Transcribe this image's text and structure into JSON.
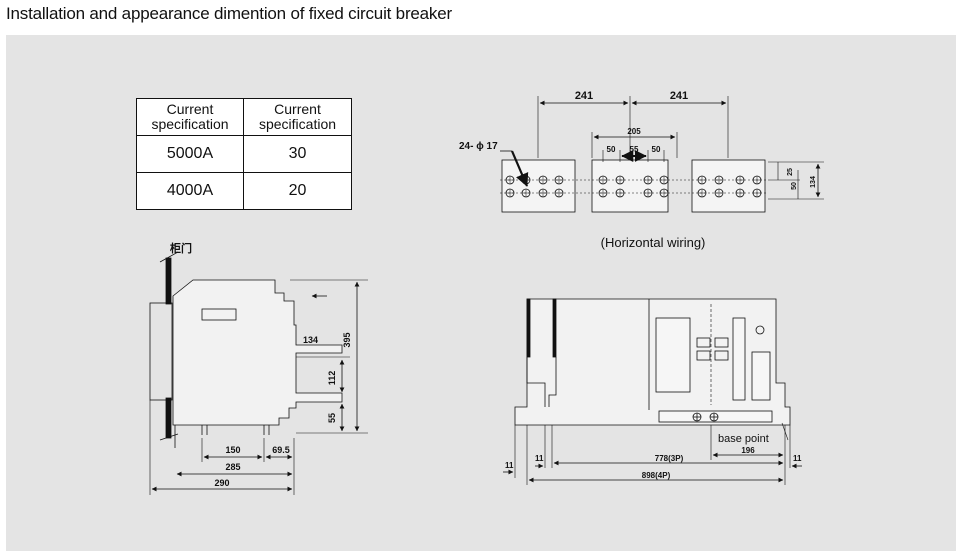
{
  "title": "Installation and appearance dimention of fixed circuit breaker",
  "table": {
    "headers": [
      "Current specification",
      "Current specification"
    ],
    "rows": [
      [
        "5000A",
        "30"
      ],
      [
        "4000A",
        "20"
      ]
    ]
  },
  "top_view": {
    "spacing_left": "241",
    "spacing_right": "241",
    "width_205": "205",
    "dim_50a": "50",
    "dim_55": "55",
    "dim_50b": "50",
    "hole_label": "24- ϕ 17",
    "dim_25": "25",
    "dim_50v": "50",
    "dim_134": "134",
    "caption": "(Horizontal wiring)"
  },
  "side_view": {
    "door_label": "柜门",
    "dim_134": "134",
    "dim_395": "395",
    "dim_112": "112",
    "dim_55": "55",
    "dim_150": "150",
    "dim_69_5": "69.5",
    "dim_285": "285",
    "dim_290": "290"
  },
  "front_view": {
    "base_point": "base point",
    "dim_196": "196",
    "dim_778": "778(3P)",
    "dim_898": "898(4P)",
    "dim_11a": "11",
    "dim_11b": "11",
    "dim_11c": "11"
  }
}
